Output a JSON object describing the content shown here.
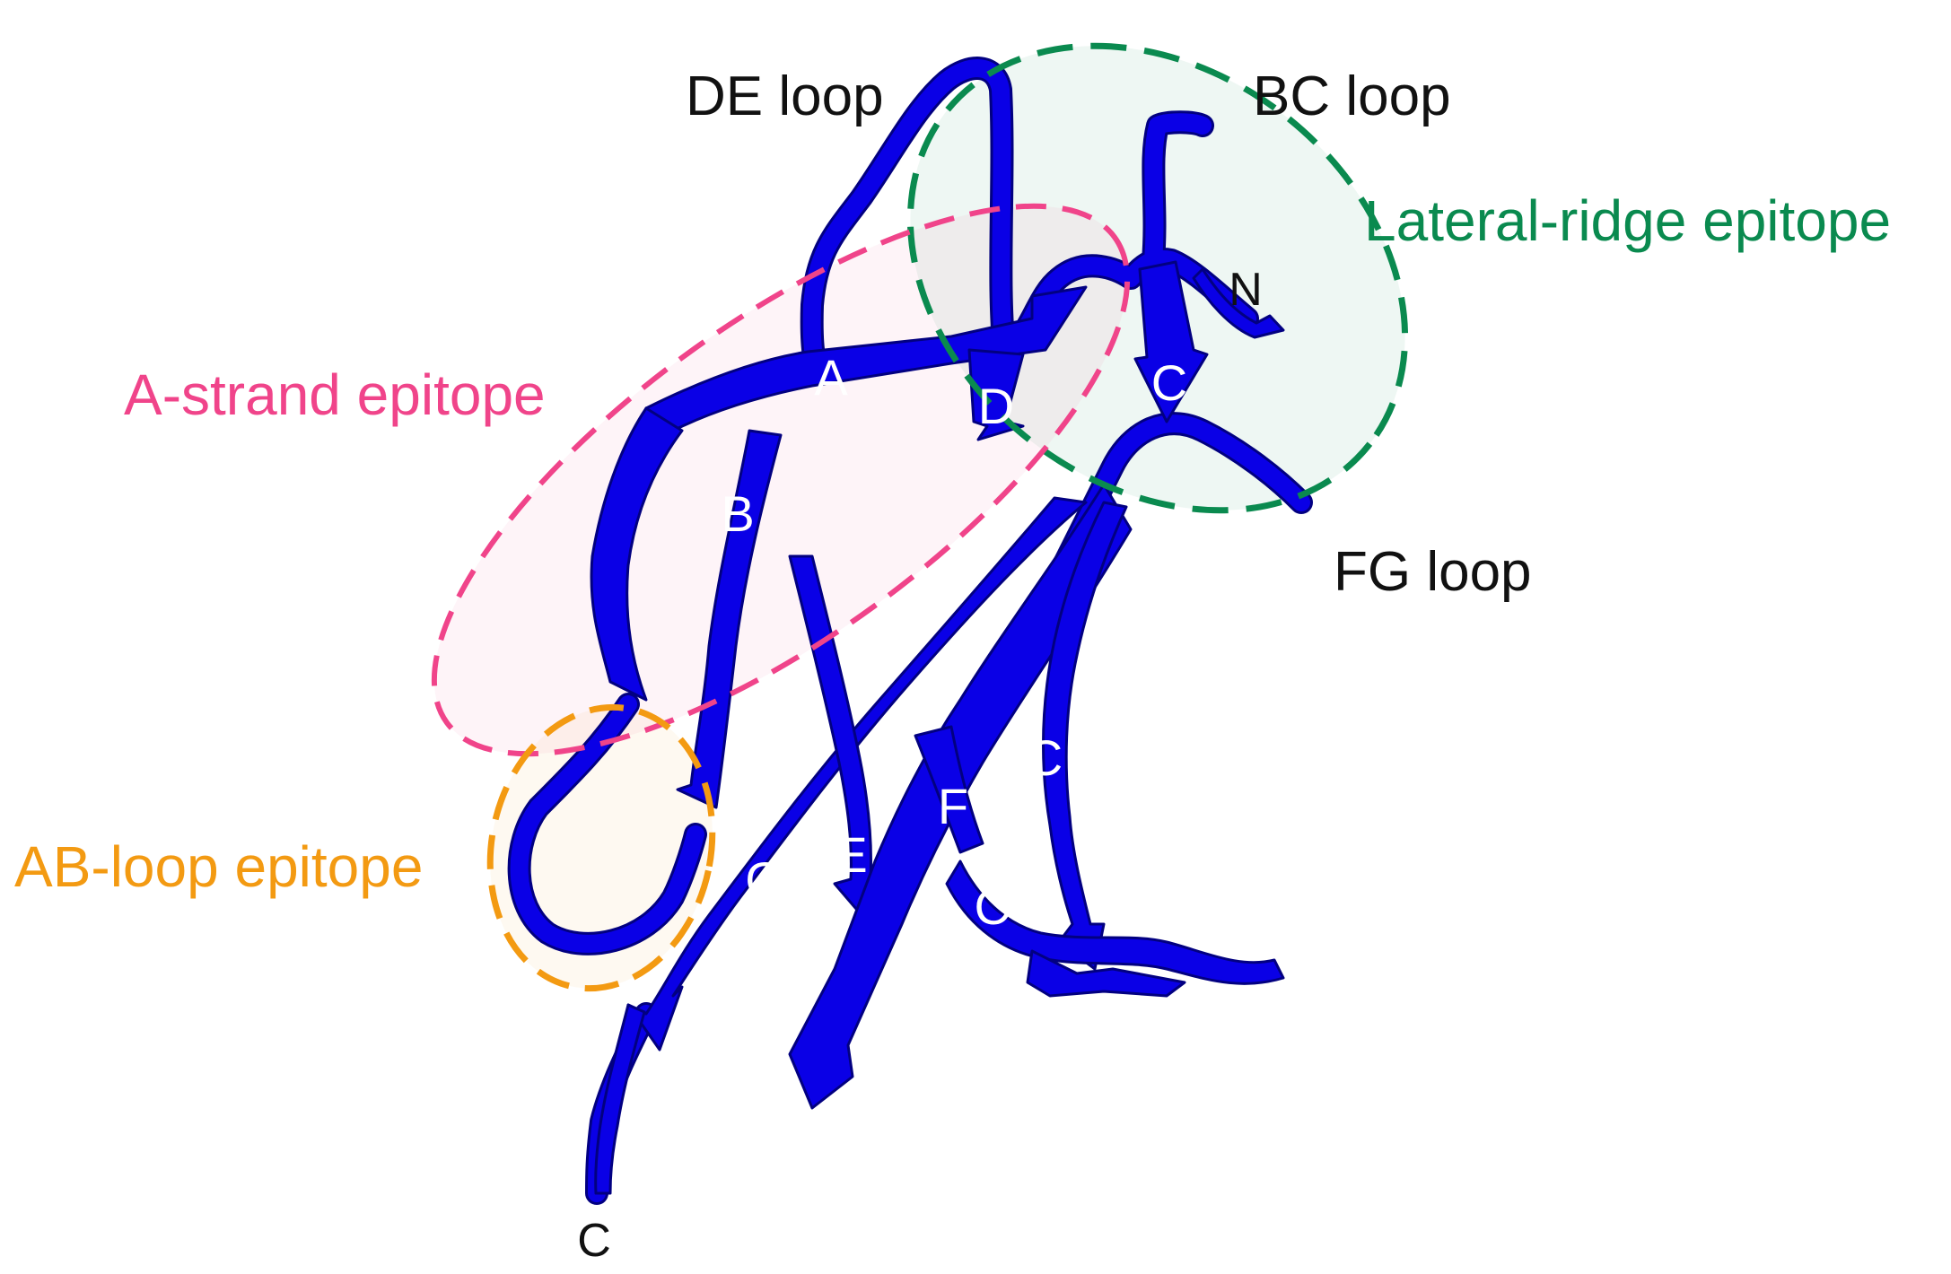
{
  "colors": {
    "ribbon": "#0a00e6",
    "ribbon_shadow": "#020080",
    "lateral_ridge": "#0a8a4f",
    "a_strand": "#f0448a",
    "ab_loop": "#f39a12",
    "text": "#111111",
    "strand_text": "#ffffff"
  },
  "loops": {
    "de": "DE loop",
    "bc": "BC loop",
    "fg": "FG loop"
  },
  "epitopes": {
    "lateral_ridge": "Lateral-ridge epitope",
    "a_strand": "A-strand epitope",
    "ab_loop": "AB-loop epitope"
  },
  "strands": {
    "a": "A",
    "b": "B",
    "c_top": "C",
    "c_lower": "C",
    "c_prime": "C’",
    "d": "D",
    "e": "E",
    "f": "F",
    "g": "G"
  },
  "termini": {
    "n": "N",
    "c": "C"
  }
}
